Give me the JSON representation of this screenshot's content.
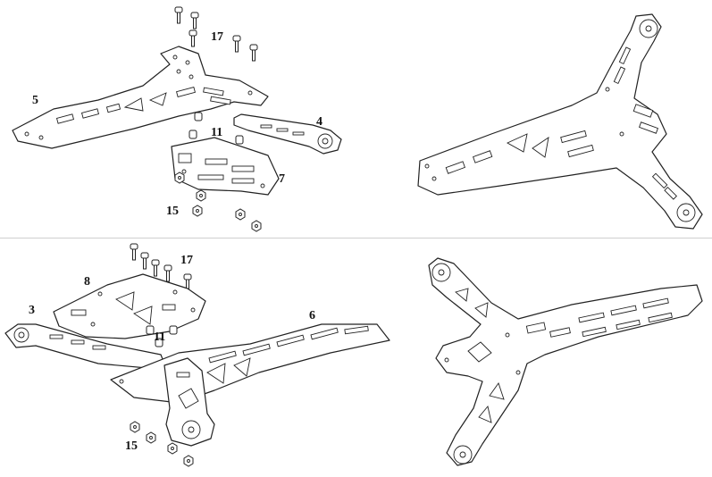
{
  "callouts": {
    "top_left": {
      "label_5": "5",
      "label_17": "17",
      "label_11": "11",
      "label_4": "4",
      "label_7": "7",
      "label_15": "15"
    },
    "bottom_left": {
      "label_17": "17",
      "label_8": "8",
      "label_3": "3",
      "label_6": "6",
      "label_11": "11",
      "label_15": "15"
    }
  },
  "icons": {
    "screw": "screw-icon",
    "nut": "hex-nut-icon"
  },
  "colors": {
    "line": "#222222",
    "background": "#ffffff",
    "divider": "#cfcfcf"
  }
}
